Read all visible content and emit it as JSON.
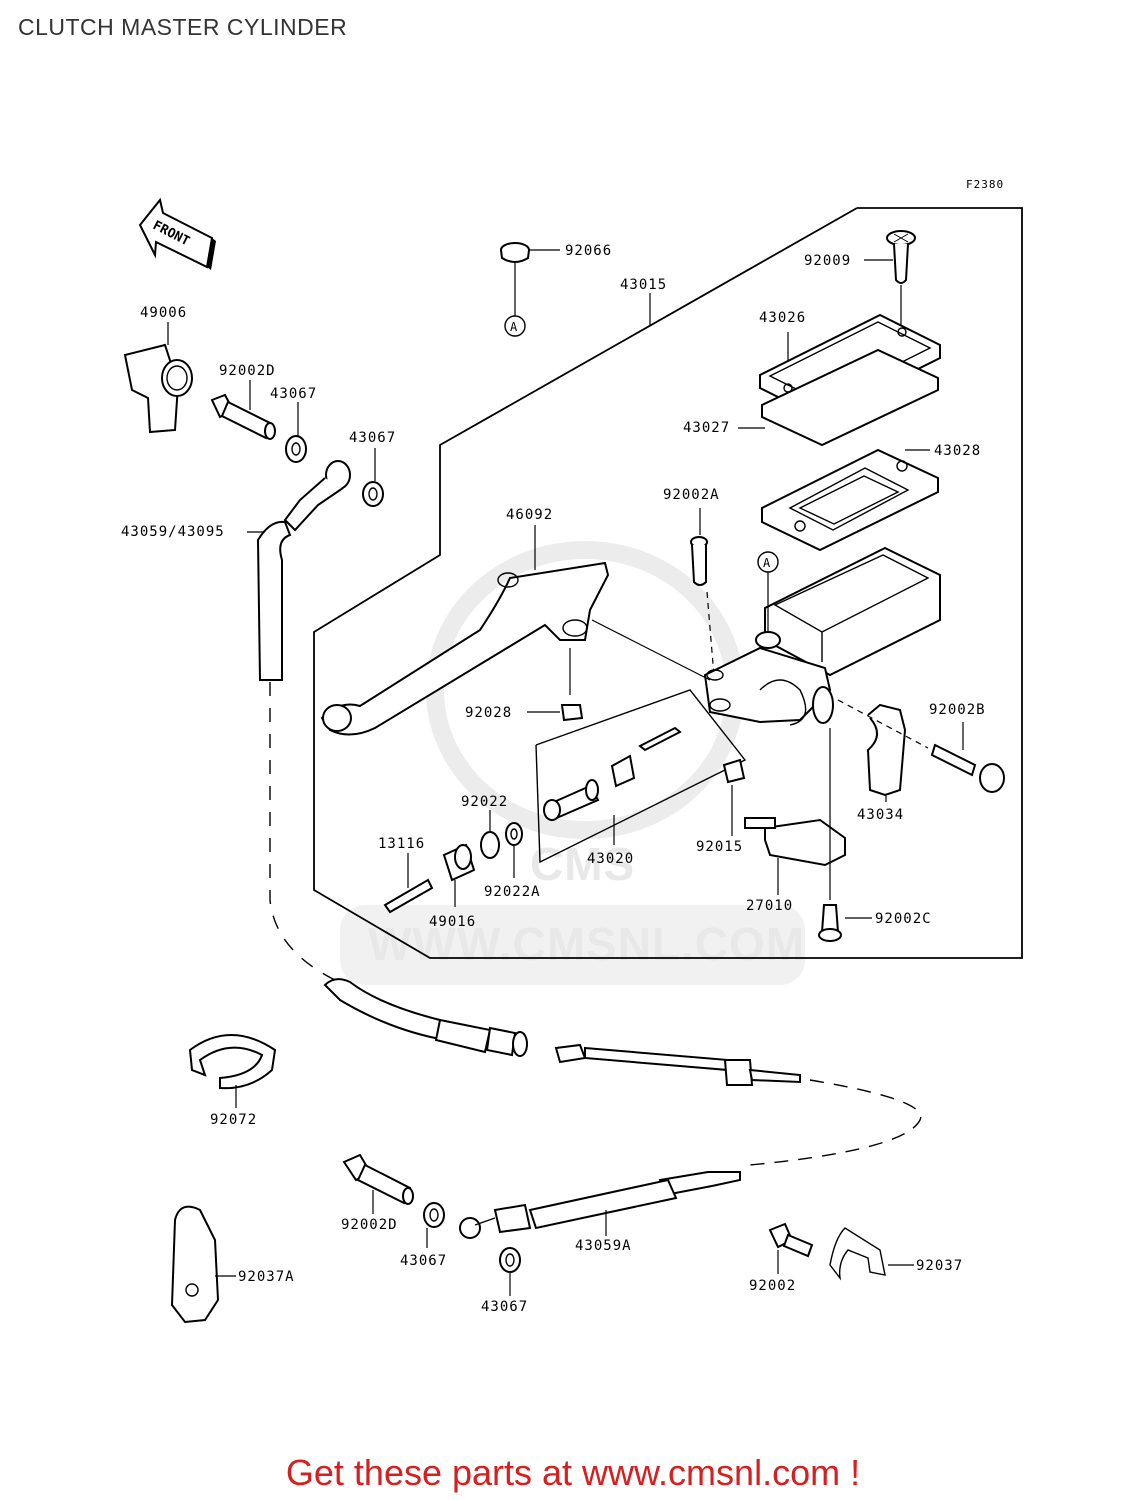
{
  "page": {
    "title": "CLUTCH MASTER CYLINDER",
    "figure_code": "F2380",
    "front_label": "FRONT",
    "watermark": "WWW.CMSNL.COM",
    "watermark_logo": "CMS",
    "promo_text": "Get these parts at www.cmsnl.com !",
    "promo_color": "#d42020"
  },
  "parts": [
    {
      "id": "p92066",
      "label": "92066"
    },
    {
      "id": "p43015",
      "label": "43015"
    },
    {
      "id": "p92009",
      "label": "92009"
    },
    {
      "id": "p43026",
      "label": "43026"
    },
    {
      "id": "p43027",
      "label": "43027"
    },
    {
      "id": "p43028",
      "label": "43028"
    },
    {
      "id": "p49006",
      "label": "49006"
    },
    {
      "id": "p92002D_top",
      "label": "92002D"
    },
    {
      "id": "p43067_a",
      "label": "43067"
    },
    {
      "id": "p43067_b",
      "label": "43067"
    },
    {
      "id": "p43059_43095",
      "label": "43059/43095"
    },
    {
      "id": "p46092",
      "label": "46092"
    },
    {
      "id": "p92002A",
      "label": "92002A"
    },
    {
      "id": "p92028",
      "label": "92028"
    },
    {
      "id": "p92002B",
      "label": "92002B"
    },
    {
      "id": "p92022",
      "label": "92022"
    },
    {
      "id": "p43034",
      "label": "43034"
    },
    {
      "id": "p13116",
      "label": "13116"
    },
    {
      "id": "p43020",
      "label": "43020"
    },
    {
      "id": "p92015",
      "label": "92015"
    },
    {
      "id": "p92022A",
      "label": "92022A"
    },
    {
      "id": "p49016",
      "label": "49016"
    },
    {
      "id": "p27010",
      "label": "27010"
    },
    {
      "id": "p92002C",
      "label": "92002C"
    },
    {
      "id": "p92072",
      "label": "92072"
    },
    {
      "id": "p92002D_bot",
      "label": "92002D"
    },
    {
      "id": "p43059A",
      "label": "43059A"
    },
    {
      "id": "p43067_c",
      "label": "43067"
    },
    {
      "id": "p43067_d",
      "label": "43067"
    },
    {
      "id": "p92037A",
      "label": "92037A"
    },
    {
      "id": "p92002",
      "label": "92002"
    },
    {
      "id": "p92037",
      "label": "92037"
    }
  ],
  "callouts": {
    "marker_a": "A"
  }
}
